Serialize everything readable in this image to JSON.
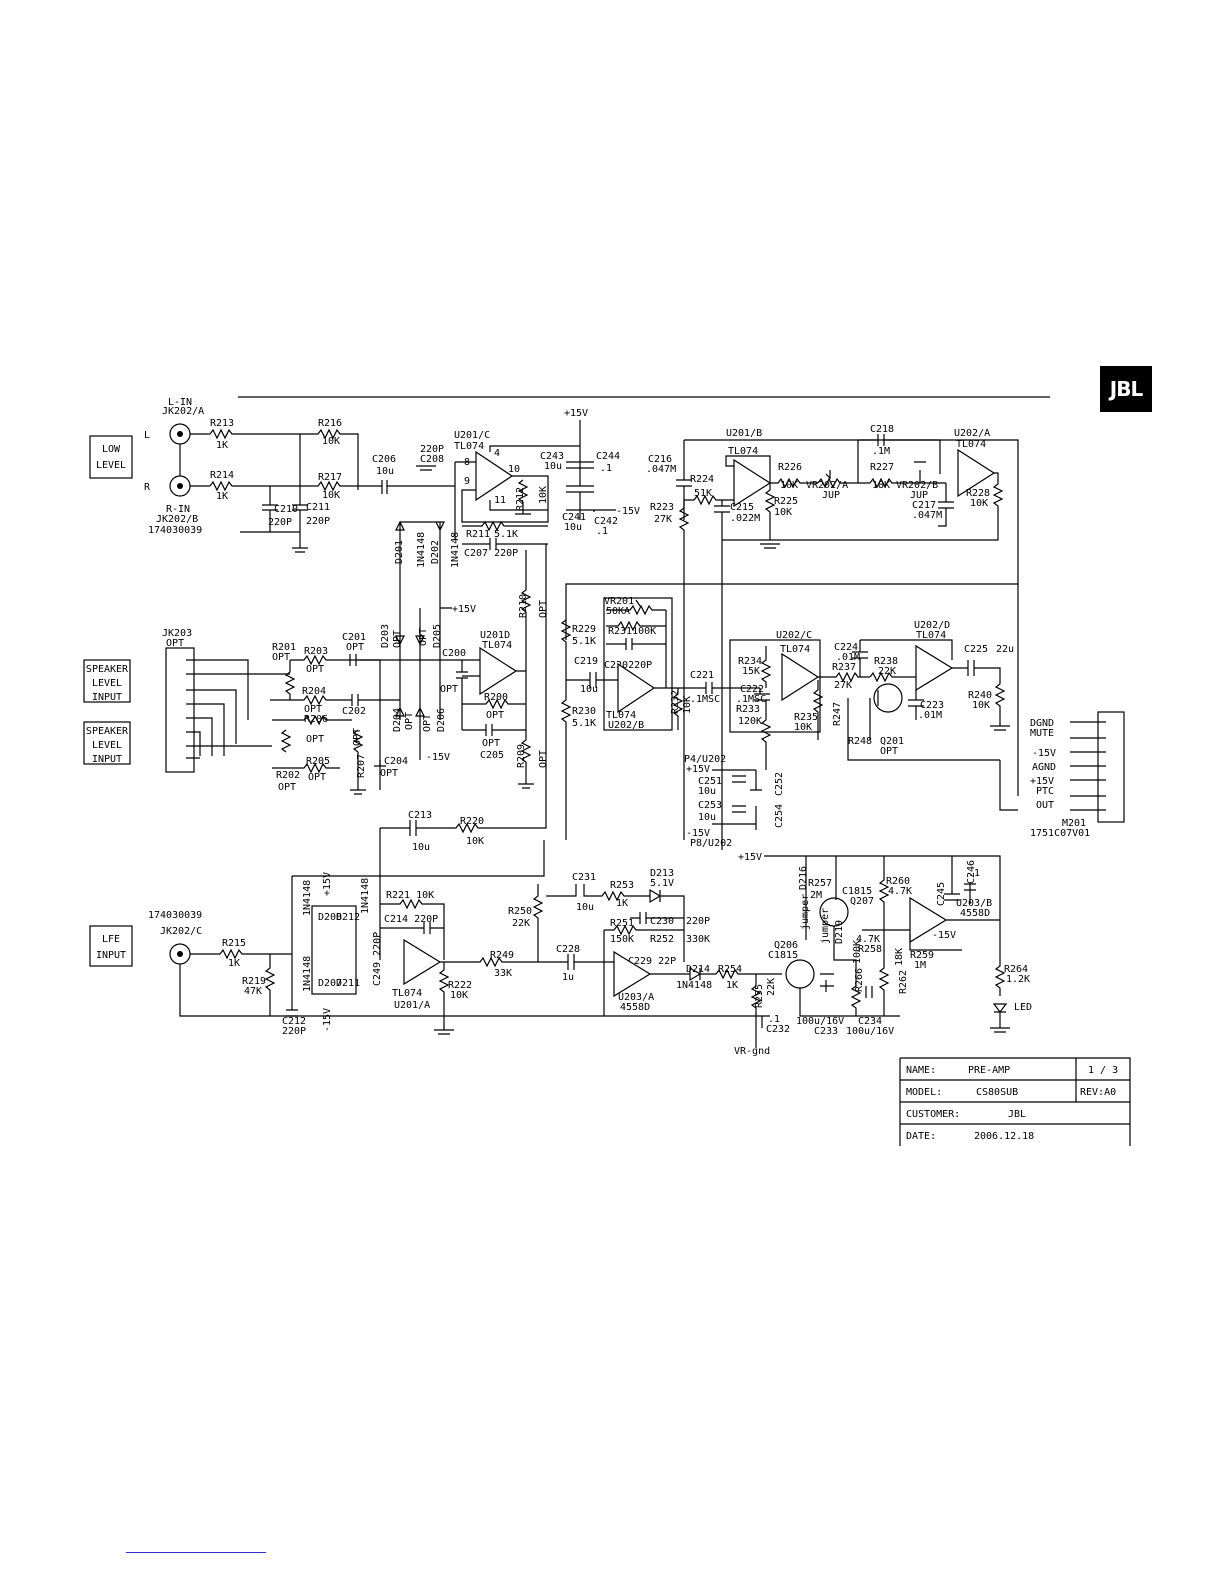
{
  "brand": {
    "logo_text": "JBL"
  },
  "sections": {
    "low_level": [
      "LOW",
      "LEVEL"
    ],
    "speaker_level_1": [
      "SPEAKER",
      "LEVEL",
      "INPUT"
    ],
    "speaker_level_2": [
      "SPEAKER",
      "LEVEL",
      "INPUT"
    ],
    "lfe": [
      "LFE",
      "INPUT"
    ]
  },
  "labels": [
    {
      "id": "l-in",
      "text": "L-IN"
    },
    {
      "id": "jk202a",
      "text": "JK202/A"
    },
    {
      "id": "ch-l",
      "text": "L"
    },
    {
      "id": "ch-r",
      "text": "R"
    },
    {
      "id": "r-in",
      "text": "R-IN"
    },
    {
      "id": "jk202b",
      "text": "JK202/B"
    },
    {
      "id": "pn1",
      "text": "174030039"
    },
    {
      "id": "r213",
      "text": "R213"
    },
    {
      "id": "r213v",
      "text": "1K"
    },
    {
      "id": "r214",
      "text": "R214"
    },
    {
      "id": "r214v",
      "text": "1K"
    },
    {
      "id": "r216",
      "text": "R216"
    },
    {
      "id": "r216v",
      "text": "10K"
    },
    {
      "id": "r217",
      "text": "R217"
    },
    {
      "id": "r217v",
      "text": "10K"
    },
    {
      "id": "c210",
      "text": "C210"
    },
    {
      "id": "c210v",
      "text": "220P"
    },
    {
      "id": "c211",
      "text": "C211"
    },
    {
      "id": "c211v",
      "text": "220P"
    },
    {
      "id": "c206",
      "text": "C206"
    },
    {
      "id": "c206v",
      "text": "10u"
    },
    {
      "id": "c208v",
      "text": "220P"
    },
    {
      "id": "c208",
      "text": "C208"
    },
    {
      "id": "u201c",
      "text": "U201/C"
    },
    {
      "id": "tl074a",
      "text": "TL074"
    },
    {
      "id": "p8",
      "text": "8"
    },
    {
      "id": "p9",
      "text": "9"
    },
    {
      "id": "p10",
      "text": "10"
    },
    {
      "id": "p4",
      "text": "4"
    },
    {
      "id": "p11",
      "text": "11"
    },
    {
      "id": "r212",
      "text": "R212"
    },
    {
      "id": "r212v",
      "text": "10K"
    },
    {
      "id": "p15v1",
      "text": "+15V"
    },
    {
      "id": "c243",
      "text": "C243"
    },
    {
      "id": "c243v",
      "text": "10u"
    },
    {
      "id": "c244",
      "text": "C244"
    },
    {
      "id": "c244v",
      "text": ".1"
    },
    {
      "id": "m15v1",
      "text": "-15V"
    },
    {
      "id": "c241",
      "text": "C241"
    },
    {
      "id": "c241v",
      "text": "10u"
    },
    {
      "id": "c242",
      "text": "C242"
    },
    {
      "id": "c242v",
      "text": ".1"
    },
    {
      "id": "r211",
      "text": "R211"
    },
    {
      "id": "r211v",
      "text": "5.1K"
    },
    {
      "id": "c207",
      "text": "C207 220P"
    },
    {
      "id": "d201",
      "text": "D201"
    },
    {
      "id": "d201v",
      "text": "1N4148"
    },
    {
      "id": "d202",
      "text": "D202"
    },
    {
      "id": "d202v",
      "text": "1N4148"
    },
    {
      "id": "p15v2",
      "text": "+15V"
    },
    {
      "id": "r210",
      "text": "R210"
    },
    {
      "id": "r210v",
      "text": "OPT"
    },
    {
      "id": "c216",
      "text": "C216"
    },
    {
      "id": "c216v",
      "text": ".047M"
    },
    {
      "id": "u201b",
      "text": "U201/B"
    },
    {
      "id": "tl074b",
      "text": "TL074"
    },
    {
      "id": "r224",
      "text": "R224"
    },
    {
      "id": "r224v",
      "text": "51K"
    },
    {
      "id": "r223",
      "text": "R223"
    },
    {
      "id": "r223v",
      "text": "27K"
    },
    {
      "id": "c215",
      "text": "C215"
    },
    {
      "id": "c215v",
      "text": ".022M"
    },
    {
      "id": "r226",
      "text": "R226"
    },
    {
      "id": "r226v",
      "text": "10K"
    },
    {
      "id": "r225",
      "text": "R225"
    },
    {
      "id": "r225v",
      "text": "10K"
    },
    {
      "id": "vr202a",
      "text": "VR202/A"
    },
    {
      "id": "jup1",
      "text": "JUP"
    },
    {
      "id": "c218",
      "text": "C218"
    },
    {
      "id": "c218v",
      "text": ".1M"
    },
    {
      "id": "r227",
      "text": "R227"
    },
    {
      "id": "r227v",
      "text": "18K"
    },
    {
      "id": "vr202b",
      "text": "VR202/B"
    },
    {
      "id": "jup2",
      "text": "JUP"
    },
    {
      "id": "c217",
      "text": "C217"
    },
    {
      "id": "c217v",
      "text": ".047M"
    },
    {
      "id": "u202a",
      "text": "U202/A"
    },
    {
      "id": "tl074c",
      "text": "TL074"
    },
    {
      "id": "r228",
      "text": "R228"
    },
    {
      "id": "r228v",
      "text": "10K"
    },
    {
      "id": "jk203",
      "text": "JK203"
    },
    {
      "id": "jk203v",
      "text": "OPT"
    },
    {
      "id": "r201",
      "text": "R201"
    },
    {
      "id": "r201v",
      "text": "OPT"
    },
    {
      "id": "r203",
      "text": "R203"
    },
    {
      "id": "r203v",
      "text": "OPT"
    },
    {
      "id": "r204",
      "text": "R204"
    },
    {
      "id": "r204v",
      "text": "OPT"
    },
    {
      "id": "r206",
      "text": "R206"
    },
    {
      "id": "r206v",
      "text": "OPT"
    },
    {
      "id": "r202",
      "text": "R202"
    },
    {
      "id": "r202v",
      "text": "OPT"
    },
    {
      "id": "r205",
      "text": "R205"
    },
    {
      "id": "r205v",
      "text": "OPT"
    },
    {
      "id": "c201",
      "text": "C201"
    },
    {
      "id": "c201v",
      "text": "OPT"
    },
    {
      "id": "c202",
      "text": "C202"
    },
    {
      "id": "d203",
      "text": "D203"
    },
    {
      "id": "d203v",
      "text": "OPT"
    },
    {
      "id": "d205",
      "text": "D205"
    },
    {
      "id": "d205v",
      "text": "OPT"
    },
    {
      "id": "d204",
      "text": "D204"
    },
    {
      "id": "d204v",
      "text": "OPT"
    },
    {
      "id": "d206",
      "text": "D206"
    },
    {
      "id": "d206v",
      "text": "OPT"
    },
    {
      "id": "c200",
      "text": "C200"
    },
    {
      "id": "c200v",
      "text": "OPT"
    },
    {
      "id": "u201d",
      "text": "U201D"
    },
    {
      "id": "tl074d",
      "text": "TL074"
    },
    {
      "id": "r200",
      "text": "R200"
    },
    {
      "id": "r200v",
      "text": "OPT"
    },
    {
      "id": "c205",
      "text": "C205"
    },
    {
      "id": "c205v",
      "text": "OPT"
    },
    {
      "id": "r209",
      "text": "R209"
    },
    {
      "id": "r209v",
      "text": "OPT"
    },
    {
      "id": "r207",
      "text": "R207"
    },
    {
      "id": "r207v",
      "text": "OPT"
    },
    {
      "id": "c204",
      "text": "C204"
    },
    {
      "id": "c204v",
      "text": "OPT"
    },
    {
      "id": "m15v2",
      "text": "-15V"
    },
    {
      "id": "r229",
      "text": "R229"
    },
    {
      "id": "r229v",
      "text": "5.1K"
    },
    {
      "id": "r230",
      "text": "R230"
    },
    {
      "id": "r230v",
      "text": "5.1K"
    },
    {
      "id": "vr201",
      "text": "VR201"
    },
    {
      "id": "vr201v",
      "text": "50KA"
    },
    {
      "id": "r231",
      "text": "R231100K"
    },
    {
      "id": "c220",
      "text": "C220220P"
    },
    {
      "id": "c219",
      "text": "C219"
    },
    {
      "id": "c219v",
      "text": "10u"
    },
    {
      "id": "tl074e",
      "text": "TL074"
    },
    {
      "id": "u202b",
      "text": "U202/B"
    },
    {
      "id": "r232",
      "text": "R232"
    },
    {
      "id": "r232v",
      "text": "10K"
    },
    {
      "id": "c221",
      "text": "C221"
    },
    {
      "id": "c221v",
      "text": ".1MSC"
    },
    {
      "id": "r234",
      "text": "R234"
    },
    {
      "id": "r234v",
      "text": "15K"
    },
    {
      "id": "c222",
      "text": "C222"
    },
    {
      "id": "c222v",
      "text": ".1MSC"
    },
    {
      "id": "r233",
      "text": "R233"
    },
    {
      "id": "r233v",
      "text": "120K"
    },
    {
      "id": "u202c",
      "text": "U202/C"
    },
    {
      "id": "tl074f",
      "text": "TL074"
    },
    {
      "id": "r235",
      "text": "R235"
    },
    {
      "id": "r235v",
      "text": "10K"
    },
    {
      "id": "c224",
      "text": "C224"
    },
    {
      "id": "c224v",
      "text": ".01M"
    },
    {
      "id": "r237",
      "text": "R237"
    },
    {
      "id": "r237v",
      "text": "27K"
    },
    {
      "id": "r238",
      "text": "R238"
    },
    {
      "id": "r238v",
      "text": "22K"
    },
    {
      "id": "u202d",
      "text": "U202/D"
    },
    {
      "id": "tl074g",
      "text": "TL074"
    },
    {
      "id": "c223",
      "text": "C223"
    },
    {
      "id": "c223v",
      "text": ".01M"
    },
    {
      "id": "r247",
      "text": "R247"
    },
    {
      "id": "r248",
      "text": "R248"
    },
    {
      "id": "q201",
      "text": "Q201"
    },
    {
      "id": "q201v",
      "text": "OPT"
    },
    {
      "id": "c225",
      "text": "C225"
    },
    {
      "id": "c225v",
      "text": "22u"
    },
    {
      "id": "r240",
      "text": "R240"
    },
    {
      "id": "r240v",
      "text": "10K"
    },
    {
      "id": "p4u202",
      "text": "P4/U202"
    },
    {
      "id": "p15v3",
      "text": "+15V"
    },
    {
      "id": "c251",
      "text": "C251"
    },
    {
      "id": "c251v",
      "text": "10u"
    },
    {
      "id": "c252",
      "text": "C252"
    },
    {
      "id": "c253",
      "text": "C253"
    },
    {
      "id": "c253v",
      "text": "10u"
    },
    {
      "id": "c254",
      "text": "C254"
    },
    {
      "id": "m15v3",
      "text": "-15V"
    },
    {
      "id": "p8u202",
      "text": "P8/U202"
    },
    {
      "id": "dgnd",
      "text": "DGND"
    },
    {
      "id": "mute",
      "text": "MUTE"
    },
    {
      "id": "m15v4",
      "text": "-15V"
    },
    {
      "id": "agnd",
      "text": "AGND"
    },
    {
      "id": "p15v4",
      "text": "+15V"
    },
    {
      "id": "ptc",
      "text": "PTC"
    },
    {
      "id": "out",
      "text": "OUT"
    },
    {
      "id": "m201",
      "text": "M201"
    },
    {
      "id": "m201v",
      "text": "1751C07V01"
    },
    {
      "id": "c213",
      "text": "C213"
    },
    {
      "id": "c213v",
      "text": "10u"
    },
    {
      "id": "r220",
      "text": "R220"
    },
    {
      "id": "r220v",
      "text": "10K"
    },
    {
      "id": "pn2",
      "text": "174030039"
    },
    {
      "id": "jk202c",
      "text": "JK202/C"
    },
    {
      "id": "r215",
      "text": "R215"
    },
    {
      "id": "r215v",
      "text": "1K"
    },
    {
      "id": "r219",
      "text": "R219"
    },
    {
      "id": "r219v",
      "text": "47K"
    },
    {
      "id": "c212",
      "text": "C212"
    },
    {
      "id": "c212v",
      "text": "220P"
    },
    {
      "id": "n1",
      "text": "1N4148"
    },
    {
      "id": "n2",
      "text": "1N4148"
    },
    {
      "id": "n3",
      "text": "1N4148"
    },
    {
      "id": "d207",
      "text": "D207"
    },
    {
      "id": "d208",
      "text": "D208"
    },
    {
      "id": "d211",
      "text": "D211"
    },
    {
      "id": "d212",
      "text": "D212"
    },
    {
      "id": "p15v5",
      "text": "+15V"
    },
    {
      "id": "m15v5",
      "text": "-15V"
    },
    {
      "id": "r221",
      "text": "R221 10K"
    },
    {
      "id": "c214",
      "text": "C214 220P"
    },
    {
      "id": "c249",
      "text": "C249 220P"
    },
    {
      "id": "tl074h",
      "text": "TL074"
    },
    {
      "id": "u201a",
      "text": "U201/A"
    },
    {
      "id": "r222",
      "text": "R222"
    },
    {
      "id": "r222v",
      "text": "10K"
    },
    {
      "id": "r249",
      "text": "R249"
    },
    {
      "id": "r249v",
      "text": "33K"
    },
    {
      "id": "r250",
      "text": "R250"
    },
    {
      "id": "r250v",
      "text": "22K"
    },
    {
      "id": "c228",
      "text": "C228"
    },
    {
      "id": "c228v",
      "text": "1u"
    },
    {
      "id": "c231",
      "text": "C231"
    },
    {
      "id": "c231v",
      "text": "10u"
    },
    {
      "id": "r253",
      "text": "R253"
    },
    {
      "id": "r253v",
      "text": "1K"
    },
    {
      "id": "d213",
      "text": "D213"
    },
    {
      "id": "d213v",
      "text": "5.1V"
    },
    {
      "id": "r251",
      "text": "R251"
    },
    {
      "id": "r251v",
      "text": "150K"
    },
    {
      "id": "c230",
      "text": "C230"
    },
    {
      "id": "c230v",
      "text": "220P"
    },
    {
      "id": "r252",
      "text": "R252"
    },
    {
      "id": "r252v",
      "text": "330K"
    },
    {
      "id": "c229",
      "text": "C229 22P"
    },
    {
      "id": "u203a",
      "text": "U203/A"
    },
    {
      "id": "n4558a",
      "text": "4558D"
    },
    {
      "id": "d214",
      "text": "D214"
    },
    {
      "id": "d214v",
      "text": "1N4148"
    },
    {
      "id": "r254",
      "text": "R254"
    },
    {
      "id": "r254v",
      "text": "1K"
    },
    {
      "id": "r255",
      "text": "R255"
    },
    {
      "id": "r255v",
      "text": "22K"
    },
    {
      "id": "c232",
      "text": "C232"
    },
    {
      "id": "c232v",
      "text": ".1"
    },
    {
      "id": "vrgnd",
      "text": "VR-gnd"
    },
    {
      "id": "p15v6",
      "text": "+15V"
    },
    {
      "id": "d216",
      "text": "D216"
    },
    {
      "id": "jumper1",
      "text": "jumper"
    },
    {
      "id": "r257",
      "text": "R257"
    },
    {
      "id": "r257v",
      "text": "2M"
    },
    {
      "id": "c1815a",
      "text": "C1815"
    },
    {
      "id": "q207",
      "text": "Q207"
    },
    {
      "id": "q206",
      "text": "Q206"
    },
    {
      "id": "c1815b",
      "text": "C1815"
    },
    {
      "id": "jumper2",
      "text": "jumper"
    },
    {
      "id": "d219",
      "text": "D219"
    },
    {
      "id": "r260",
      "text": "R260"
    },
    {
      "id": "r260v",
      "text": "4.7K"
    },
    {
      "id": "r258",
      "text": "R258"
    },
    {
      "id": "r258v",
      "text": "4.7K"
    },
    {
      "id": "r266",
      "text": "R266"
    },
    {
      "id": "r266v",
      "text": "100K"
    },
    {
      "id": "r262",
      "text": "R262"
    },
    {
      "id": "r262v",
      "text": "18K"
    },
    {
      "id": "c233",
      "text": "C233"
    },
    {
      "id": "c233v",
      "text": "100u/16V"
    },
    {
      "id": "c234",
      "text": "C234"
    },
    {
      "id": "c234v",
      "text": "100u/16V"
    },
    {
      "id": "c245",
      "text": "C245"
    },
    {
      "id": "c246",
      "text": "C246"
    },
    {
      "id": "c246v",
      "text": ".1"
    },
    {
      "id": "u203b",
      "text": "U203/B"
    },
    {
      "id": "n4558b",
      "text": "4558D"
    },
    {
      "id": "m15v6",
      "text": "-15V"
    },
    {
      "id": "r259",
      "text": "R259"
    },
    {
      "id": "r259v",
      "text": "1M"
    },
    {
      "id": "r264",
      "text": "R264"
    },
    {
      "id": "r264v",
      "text": "1.2K"
    },
    {
      "id": "led",
      "text": "LED"
    }
  ],
  "title_block": {
    "name_label": "NAME:",
    "name_value": "PRE-AMP",
    "sheet": "1 / 3",
    "model_label": "MODEL:",
    "model_value": "CS80SUB",
    "rev": "REV:A0",
    "customer_label": "CUSTOMER:",
    "customer_value": "JBL",
    "date_label": "DATE:",
    "date_value": "2006.12.18"
  }
}
